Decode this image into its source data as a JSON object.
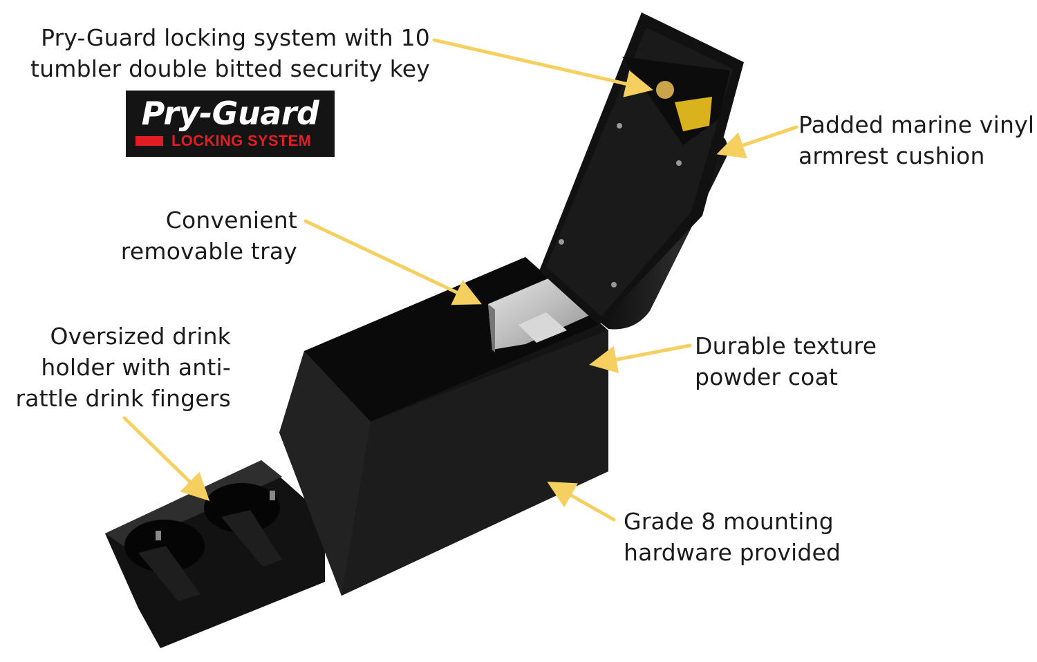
{
  "callouts": {
    "lock": {
      "line1": "Pry-Guard locking system  with 10",
      "line2": "tumbler double bitted security key"
    },
    "cushion": {
      "line1": "Padded marine vinyl",
      "line2": "armrest cushion"
    },
    "tray": {
      "line1": "Convenient",
      "line2": "removable tray"
    },
    "drink": {
      "line1": "Oversized drink",
      "line2": "holder with anti-",
      "line3": "rattle drink fingers"
    },
    "coat": {
      "line1": "Durable texture",
      "line2": "powder coat"
    },
    "hardware": {
      "line1": "Grade 8 mounting",
      "line2": "hardware provided"
    }
  },
  "logo": {
    "main": "Pry-Guard",
    "sub": "LOCKING SYSTEM"
  },
  "colors": {
    "arrow": "#f5cf5f",
    "console": "#161616",
    "text": "#1b1b1b",
    "logo_accent": "#e31d24"
  }
}
